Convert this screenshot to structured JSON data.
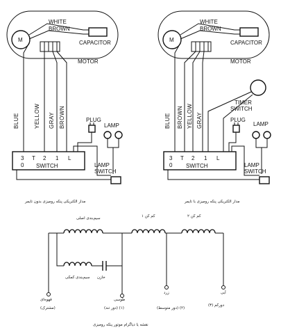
{
  "left": {
    "motor_letter": "M",
    "wire_white": "WHITE",
    "wire_brown_top": "BROWN",
    "capacitor_label": "CAPACITOR",
    "motor_label": "MOTOR",
    "wire_blue": "BLUE",
    "wire_yellow": "YELLOW",
    "wire_gray": "GRAY",
    "wire_brown": "BROWN",
    "plug_label": "PLUG",
    "lamp_label": "LAMP",
    "switch_label": "SWITCH",
    "terminals": [
      "3",
      "T",
      "2",
      "1",
      "L"
    ],
    "terminal_zero": "0",
    "lamp_switch_1": "LAMP",
    "lamp_switch_2": "SWITCH",
    "caption": "مدار الکتریکی پنکه رومیزی بدون تایمر"
  },
  "right": {
    "motor_letter": "M",
    "wire_white": "WHITE",
    "wire_brown_top": "BROWN",
    "capacitor_label": "CAPACITOR",
    "motor_label": "MOTOR",
    "timer_1": "TIMER",
    "timer_2": "SWITCH",
    "wire_blue": "BLUE",
    "wire_brown": "BROWN",
    "wire_yellow": "YELLOW",
    "wire_gray": "GRAY",
    "plug_label": "PLUG",
    "lamp_label": "LAMP",
    "switch_label": "SWITCH",
    "terminals": [
      "3",
      "T",
      "2",
      "1",
      "L"
    ],
    "terminal_zero": "0",
    "lamp_switch_1": "LAMP",
    "lamp_switch_2": "SWITCH",
    "caption": "مدار الکتریکی پنکه رومیزی با تایمر"
  },
  "winding": {
    "main": "سیم‌بندی اصلی",
    "speed1": "کم کن ۱",
    "speed2": "کم کن ۲",
    "auxiliary": "سیم‌بندی کمکی",
    "capacitor": "خازن",
    "brown": "قهوه‌ای",
    "common": "(مشترک)",
    "blue": "طوسی",
    "fast": "(دور تند) (۱)",
    "yellow": "زرد",
    "medium": "(دور متوسط) (۲)",
    "gray": "آبی",
    "slow": "دورکم (۳)",
    "caption": "نقشه یا دیاگرام موتور پنکه رومیزی"
  }
}
